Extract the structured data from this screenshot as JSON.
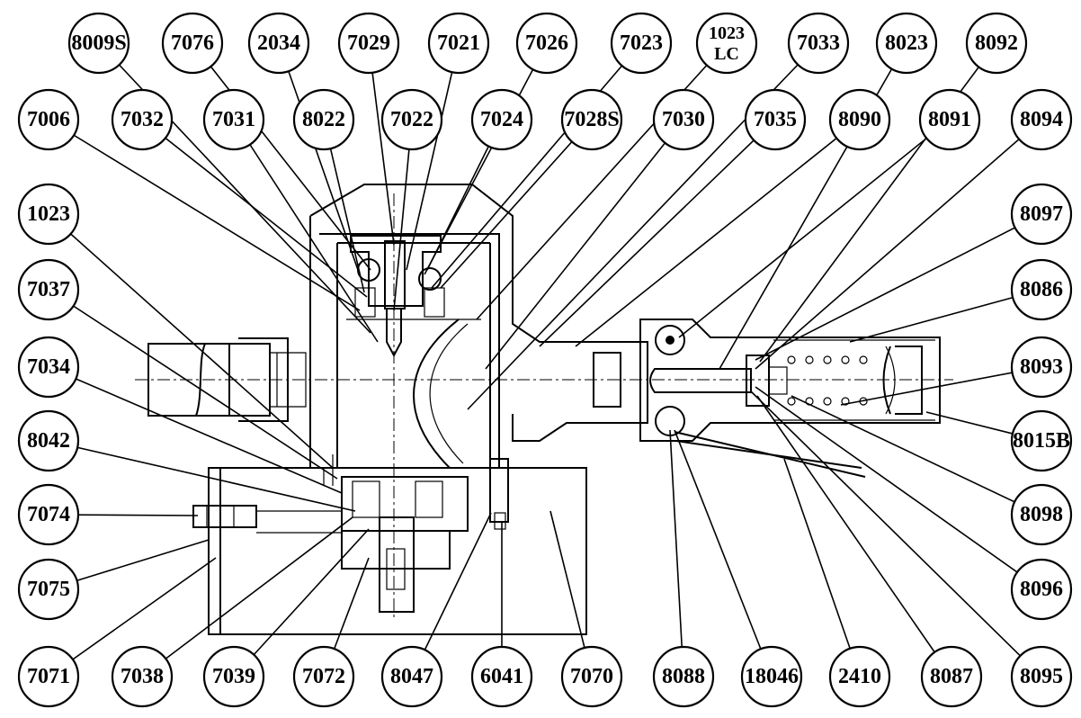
{
  "part_labels": {
    "top_row": [
      "8009S",
      "7076",
      "2034",
      "7029",
      "7021",
      "7026",
      "7023",
      "1023\nLC",
      "7033",
      "8023",
      "8092"
    ],
    "second_row": [
      "7006",
      "7032",
      "7031",
      "8022",
      "7022",
      "7024",
      "7028S",
      "7030",
      "7035",
      "8090",
      "8091",
      "8094"
    ],
    "left_column": [
      "1023",
      "7037",
      "7034",
      "8042",
      "7074",
      "7075"
    ],
    "right_column": [
      "8097",
      "8086",
      "8093",
      "8015B",
      "8098",
      "8096"
    ],
    "bottom_row": [
      "7071",
      "7038",
      "7039",
      "7072",
      "8047",
      "6041",
      "7070",
      "8088",
      "18046",
      "2410",
      "8087",
      "8095"
    ]
  }
}
